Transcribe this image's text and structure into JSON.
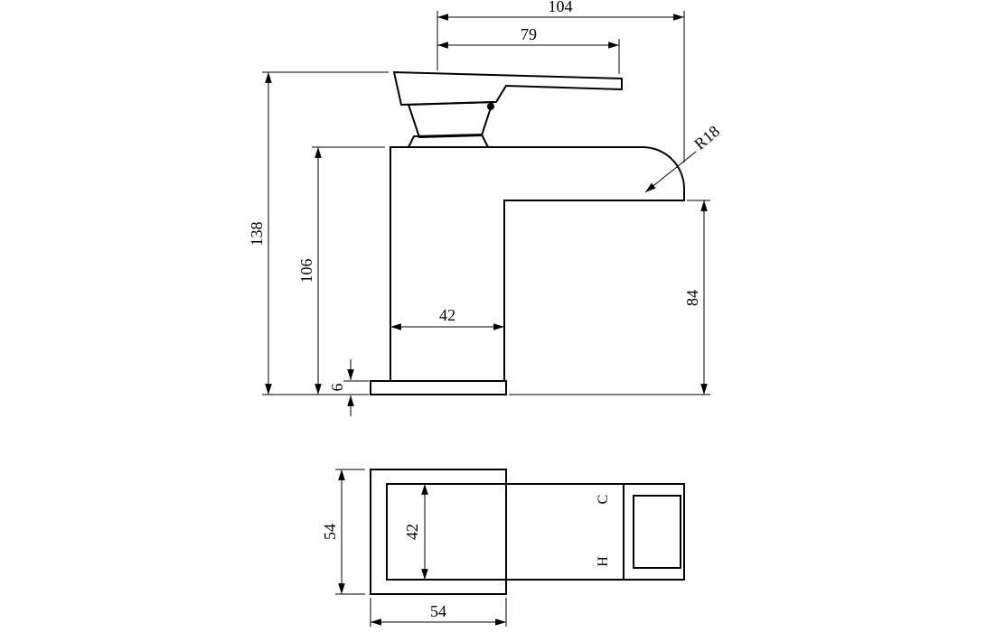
{
  "drawing": {
    "background_color": "#ffffff",
    "line_color": "#000000",
    "subject": "basin-mixer-tap-dimension-drawing",
    "side_view": {
      "overall_width": "104",
      "handle_length": "79",
      "overall_height": "138",
      "body_height": "106",
      "body_width": "42",
      "base_thickness": "6",
      "spout_outlet_height": "84",
      "spout_radius": "R18"
    },
    "top_view": {
      "depth": "54",
      "width": "54",
      "body_width": "42",
      "cold_label": "C",
      "hot_label": "H"
    }
  }
}
